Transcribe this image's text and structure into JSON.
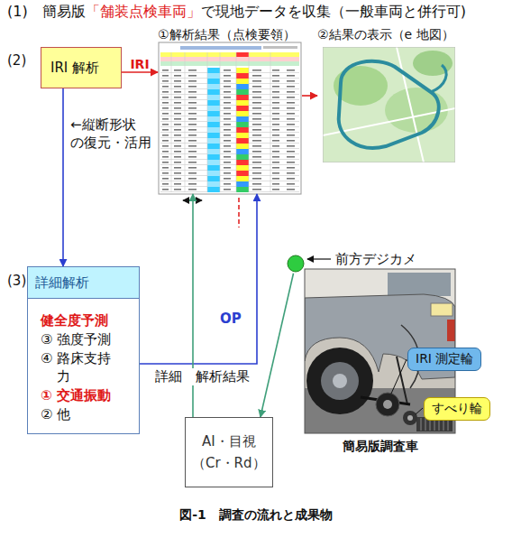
{
  "diagram": {
    "caption": "図-1　調査の流れと成果物",
    "nodes": [
      {
        "text": [
          "IRI 解析"
        ]
      },
      {
        "text": [
          "①解析結果（点検要領）"
        ]
      },
      {
        "text": [
          "②結果の表示（e 地図）"
        ]
      },
      {
        "text": [
          "詳細解析",
          "健全度予測",
          "③ 強度予測",
          "④ 路床支持力",
          "① 交通振動",
          "② 他"
        ]
      },
      {
        "text": [
          "簡易版調査車"
        ]
      },
      {
        "text": [
          "IRI 測定輪"
        ],
        "in": 4
      },
      {
        "text": [
          "すべり輪"
        ],
        "in": 4
      },
      {
        "text": [
          "AI・目視 （Cr・Rd）"
        ]
      }
    ],
    "edges": [
      {
        "from": 0,
        "to": 1,
        "arrow": "to",
        "label": "IRI"
      },
      {
        "from": 1,
        "to": 2,
        "arrow": "to"
      },
      {
        "from": 0,
        "to": 3,
        "arrow": "to",
        "label": "←縦断形状 の復元・活用"
      },
      {
        "from": 3,
        "to": 1,
        "arrow": "to",
        "label": "詳細　解析結果"
      },
      {
        "from": 7,
        "to": 1,
        "arrow": "to"
      },
      {
        "from": 4,
        "to": 7,
        "arrow": "to"
      }
    ],
    "labels": [
      "(1)",
      "簡易版",
      "「舗装点検車両」",
      "で現地データを収集（一般車両と併行可)",
      "(2)",
      "(3)",
      "OP",
      "前方デジカメ"
    ]
  }
}
